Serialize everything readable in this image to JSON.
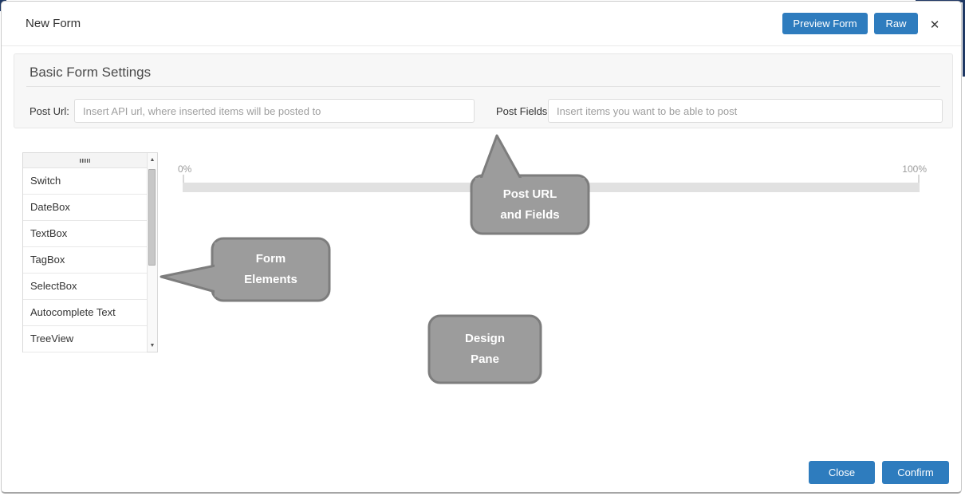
{
  "colors": {
    "accent_blue": "#2e7cbe",
    "callout_fill": "#9c9c9c",
    "callout_border": "#7d7d7d",
    "backdrop_navy": "#1f3864",
    "panel_background": "#f7f7f7",
    "scale_track": "#e1e1e1"
  },
  "dialog": {
    "title": "New Form",
    "header": {
      "preview_button": "Preview Form",
      "raw_button": "Raw"
    },
    "icons": {
      "close": "✕",
      "scroll_up": "▲",
      "scroll_down": "▼"
    },
    "settings": {
      "title": "Basic Form Settings",
      "post_url_label": "Post Url:",
      "post_url_placeholder": "Insert API url, where inserted items will be posted to",
      "post_fields_label": "Post Fields:",
      "post_fields_placeholder": "Insert items you want to be able to post"
    },
    "toolbox": {
      "items": [
        "Switch",
        "DateBox",
        "TextBox",
        "TagBox",
        "SelectBox",
        "Autocomplete Text",
        "TreeView"
      ]
    },
    "scale": {
      "min_label": "0%",
      "max_label": "100%"
    },
    "annotations": [
      {
        "lines": [
          "Post URL",
          "and Fields"
        ]
      },
      {
        "lines": [
          "Form",
          "Elements"
        ]
      },
      {
        "lines": [
          "Design",
          "Pane"
        ]
      }
    ],
    "footer": {
      "close_button": "Close",
      "confirm_button": "Confirm"
    }
  }
}
